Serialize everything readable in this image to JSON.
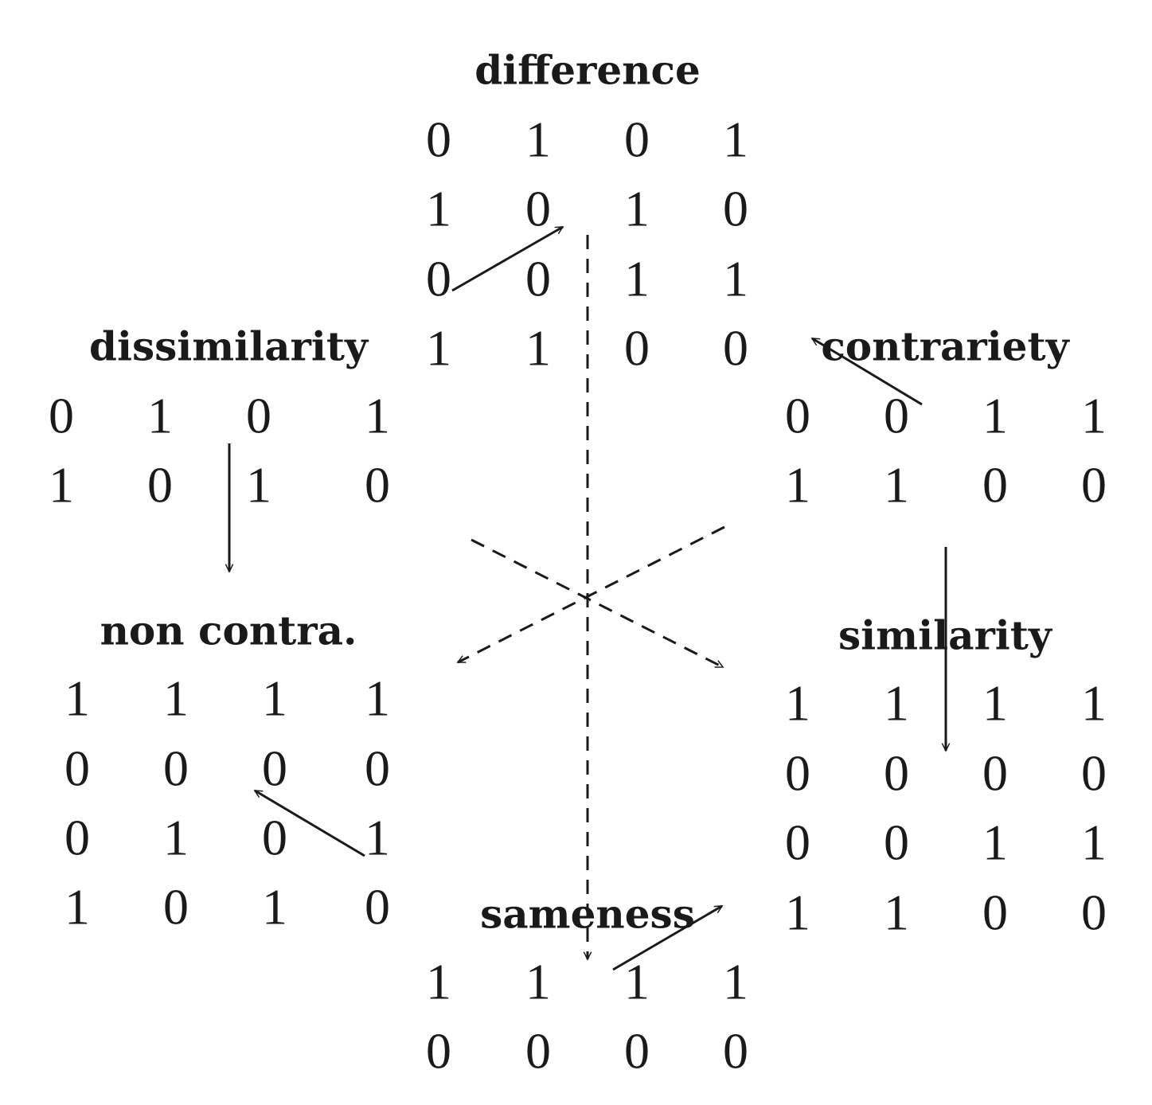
{
  "groups": [
    {
      "id": "difference",
      "title": "difference",
      "rows": [
        [
          "0",
          "1",
          "0",
          "1"
        ],
        [
          "1",
          "0",
          "1",
          "0"
        ],
        [
          "0",
          "0",
          "1",
          "1"
        ],
        [
          "1",
          "1",
          "0",
          "0"
        ]
      ]
    },
    {
      "id": "dissimilarity",
      "title": "dissimilarity",
      "rows": [
        [
          "0",
          "1",
          "0",
          "1"
        ],
        [
          "1",
          "0",
          "1",
          "0"
        ]
      ]
    },
    {
      "id": "contrariety",
      "title": "contrariety",
      "rows": [
        [
          "0",
          "0",
          "1",
          "1"
        ],
        [
          "1",
          "1",
          "0",
          "0"
        ]
      ]
    },
    {
      "id": "non-contra",
      "title": "non contra.",
      "rows": [
        [
          "1",
          "1",
          "1",
          "1"
        ],
        [
          "0",
          "0",
          "0",
          "0"
        ],
        [
          "0",
          "1",
          "0",
          "1"
        ],
        [
          "1",
          "0",
          "1",
          "0"
        ]
      ]
    },
    {
      "id": "similarity",
      "title": "similarity",
      "rows": [
        [
          "1",
          "1",
          "1",
          "1"
        ],
        [
          "0",
          "0",
          "0",
          "0"
        ],
        [
          "0",
          "0",
          "1",
          "1"
        ],
        [
          "1",
          "1",
          "0",
          "0"
        ]
      ]
    },
    {
      "id": "sameness",
      "title": "sameness",
      "rows": [
        [
          "1",
          "1",
          "1",
          "1"
        ],
        [
          "0",
          "0",
          "0",
          "0"
        ]
      ]
    }
  ]
}
